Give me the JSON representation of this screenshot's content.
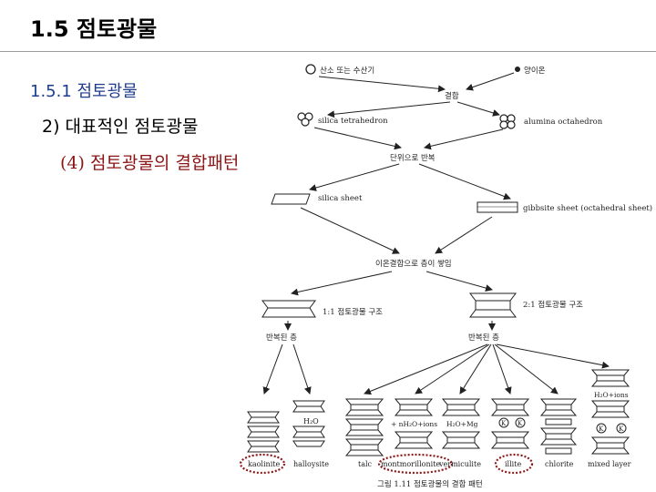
{
  "slide": {
    "title": "1.5 점토광물",
    "section": "1.5.1  점토광물",
    "subsection": "2) 대표적인 점토광물",
    "topic": "(4) 점토광물의 결합패턴"
  },
  "diagram": {
    "oxygen_label": "산소 또는 수산기",
    "cation_label": "양이온",
    "bonding": "결합",
    "silica_tetrahedron": "silica  tetrahedron",
    "alumina_octahedron": "alumina  octahedron",
    "repeat_units": "단위으로 반복",
    "silica_sheet": "silica  sheet",
    "gibbsite_sheet": "gibbsite  sheet (octahedral  sheet)",
    "ionic_stack": "이온결합으로 층이 쌓임",
    "mineral_1_1": "1:1 점토광물 구조",
    "mineral_2_1": "2:1 점토광물  구조",
    "repeat_left": "반복된 층",
    "repeat_right": "반복된 층",
    "h2o": "H₂O",
    "nh2o_ions": "+ nH₂O+ions",
    "h2o_mg": "H₂O+Mg",
    "k1": "K",
    "k2": "K",
    "k3": "K",
    "k4": "K",
    "h2o_ions": "H₂O+ions",
    "minerals": {
      "kaolinite": "kaolinite",
      "halloysite": "halloysite",
      "talc": "talc",
      "montmorillonite": "montmorillonite",
      "vermiculite": "vermiculite",
      "illite": "illite",
      "chlorite": "chlorite",
      "mixed_layer": "mixed  layer"
    },
    "caption": "그림  1.11   점토광물의  결합  패턴"
  }
}
